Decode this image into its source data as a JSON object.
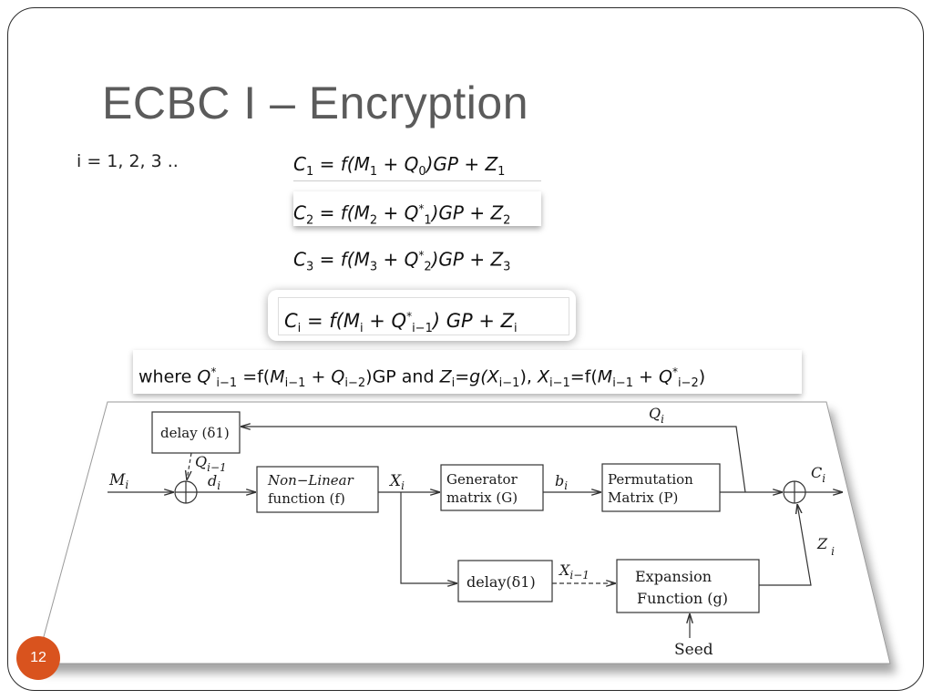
{
  "slide": {
    "title": "ECBC I – Encryption",
    "index_line": "i = 1, 2, 3 ..",
    "page_number": "12"
  },
  "equations": {
    "eq1": {
      "lhs": "C",
      "lhs_sub": "1",
      "rhs_a": " = f(M",
      "m_sub": "1",
      "plus": " + Q",
      "q_sub": "0",
      "q_sup": "",
      "rhs_b": ")GP + Z",
      "z_sub": "1"
    },
    "eq2": {
      "lhs": "C",
      "lhs_sub": "2",
      "rhs_a": " = f(M",
      "m_sub": "2",
      "plus": " + Q",
      "q_sub": "1",
      "q_sup": "*",
      "rhs_b": ")GP + Z",
      "z_sub": "2"
    },
    "eq3": {
      "lhs": "C",
      "lhs_sub": "3",
      "rhs_a": " = f(M",
      "m_sub": "3",
      "plus": " + Q",
      "q_sub": "2",
      "q_sup": "*",
      "rhs_b": ")GP + Z",
      "z_sub": "3"
    },
    "general": {
      "lhs": "C",
      "lhs_sub": "i",
      "eq": "  =  f(M",
      "m_sub": "i",
      "plus": " + Q",
      "q_sub": "i−1",
      "q_sup": "*",
      "rhs": ") GP + Z",
      "z_sub": "i"
    }
  },
  "where": {
    "t1": "where ",
    "q": "Q",
    "q_sub": "i−1",
    "q_sup": "*",
    "t2": " =f(",
    "m": "M",
    "m_sub": "i−1",
    "t3": " + ",
    "q2": "Q",
    "q2_sub": "i−2",
    "t4": ")GP and ",
    "z": "Z",
    "z_sub": "i",
    "t5": "=",
    "g": "g(X",
    "g_sub": "i−1",
    "t6": "), ",
    "x": "X",
    "x_sub": "i−1",
    "t7": "=f(",
    "m2": "M",
    "m2_sub": "i−1",
    "t8": " + ",
    "q3": "Q",
    "q3_sub": "i−2",
    "q3_sup": "*",
    "t9": ")"
  },
  "diagram": {
    "delay_top": "delay (δ1)",
    "nonlinear_line1": "Non−Linear",
    "nonlinear_line2": "function (f)",
    "generator_line1": "Generator",
    "generator_line2": "matrix (G)",
    "permutation_line1": "Permutation",
    "permutation_line2": "Matrix (P)",
    "delay_bottom": "delay(δ1)",
    "expansion_line1": "Expansion",
    "expansion_line2": "Function (g)",
    "seed": "Seed",
    "label_Mi": "M",
    "label_Mi_sub": "i",
    "label_di": "d",
    "label_di_sub": "i",
    "label_Qim1": "Q",
    "label_Qim1_sub": "i−1",
    "label_Xi": "X",
    "label_Xi_sub": "i",
    "label_bi": "b",
    "label_bi_sub": "i",
    "label_Qi": "Q",
    "label_Qi_sub": "i",
    "label_Ci": "C",
    "label_Ci_sub": "i",
    "label_Zi": "Z",
    "label_Zi_sub": "i",
    "label_Xim1": "X",
    "label_Xim1_sub": "i−1"
  },
  "colors": {
    "title": "#5b5b5b",
    "page_badge": "#d9531e",
    "frame_border": "#2b2b2b"
  }
}
